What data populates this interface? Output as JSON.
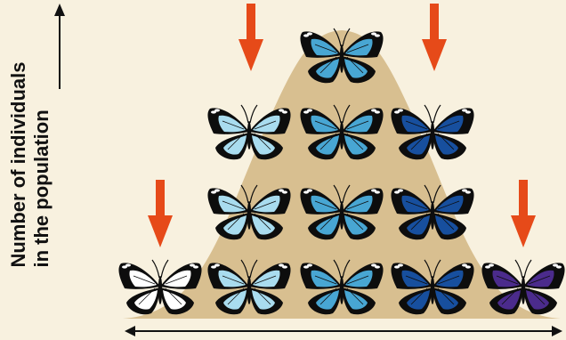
{
  "y_axis": {
    "line1": "Number of individuals",
    "line2": "in the population"
  },
  "colors": {
    "background": "#f8f1df",
    "curve": "#d8bf90",
    "arrow": "#e64a19",
    "axis": "#111111",
    "wing_outline": "#0d0d0d"
  },
  "butterfly_types": [
    {
      "name": "white",
      "fill": "#ffffff"
    },
    {
      "name": "light-blue",
      "fill": "#a9dcef"
    },
    {
      "name": "medium-blue",
      "fill": "#48a6d3"
    },
    {
      "name": "dark-blue",
      "fill": "#174f9e"
    },
    {
      "name": "purple",
      "fill": "#4b2b8c"
    }
  ],
  "selection_arrows": 4
}
